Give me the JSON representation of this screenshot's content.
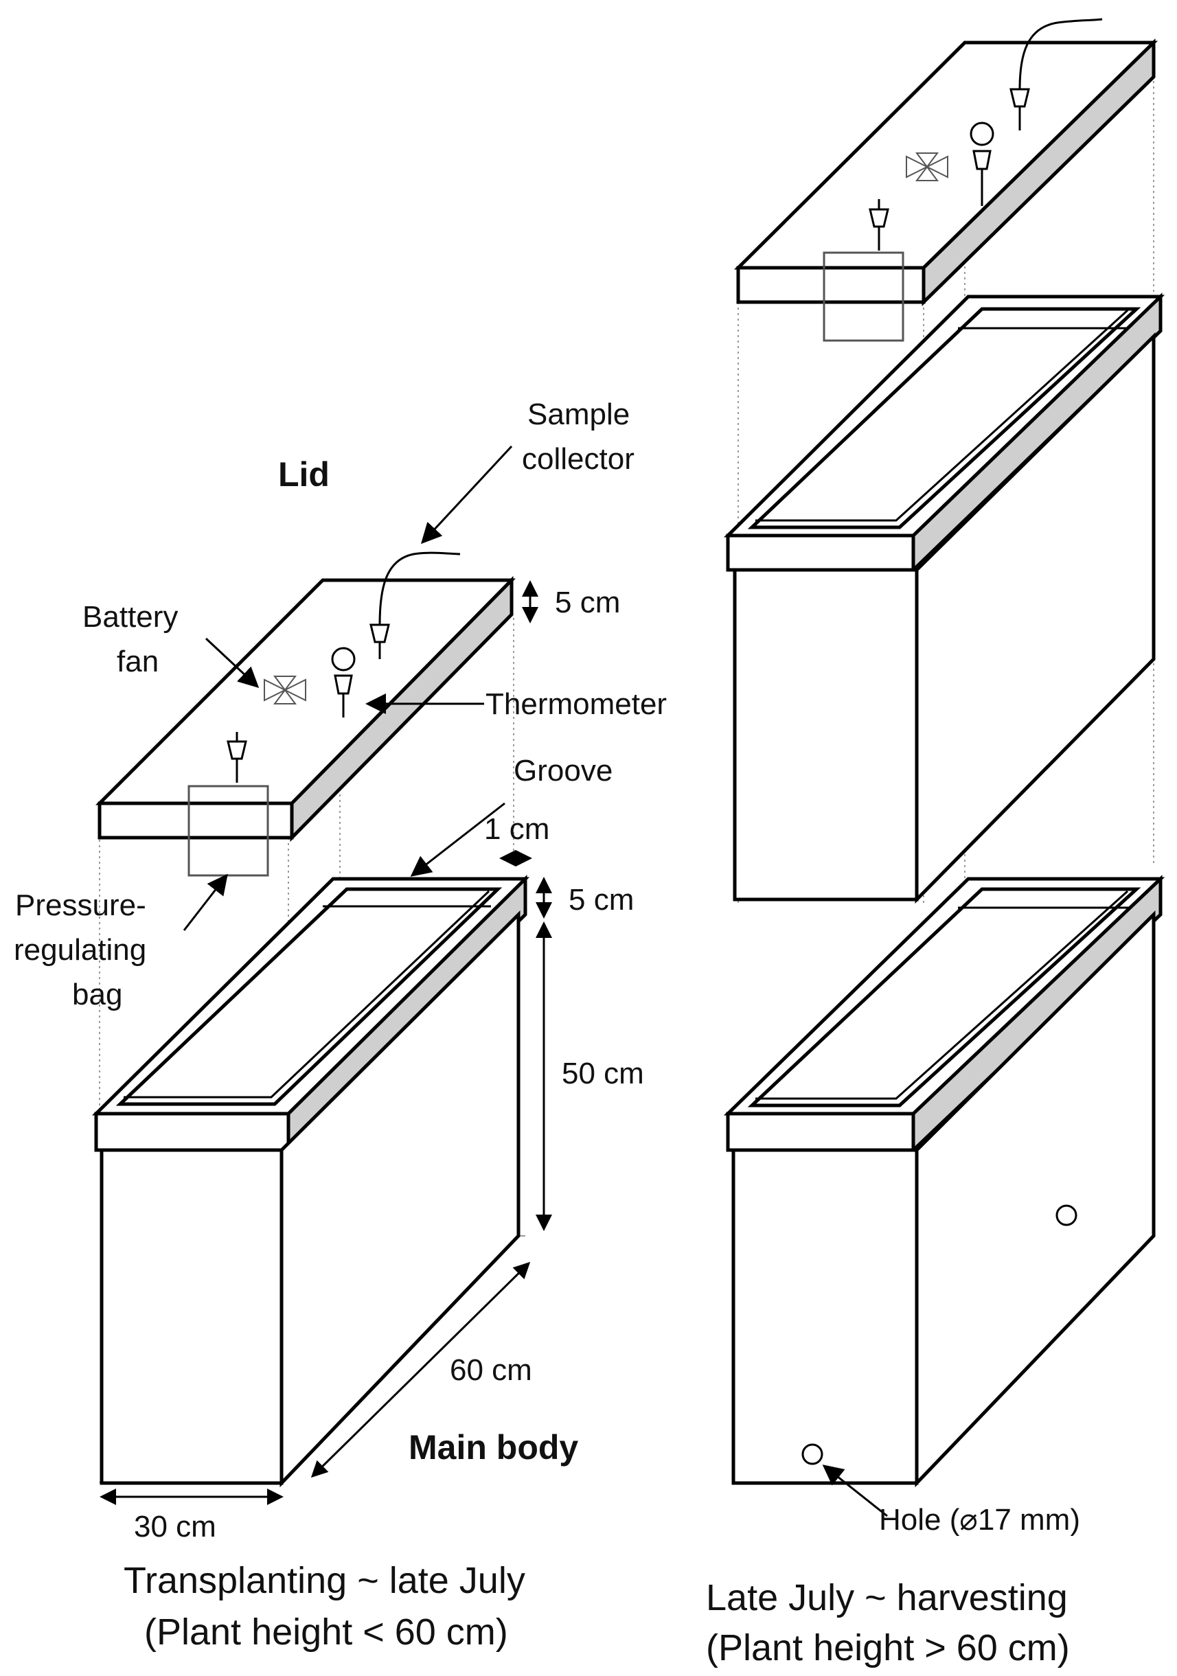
{
  "labels": {
    "lid": "Lid",
    "sample_collector": [
      "Sample",
      "collector"
    ],
    "battery_fan": [
      "Battery",
      "fan"
    ],
    "thermometer": "Thermometer",
    "groove": "Groove",
    "pressure_bag": [
      "Pressure-",
      "regulating",
      "bag"
    ],
    "main_body": "Main body",
    "hole": "Hole (⌀17 mm)"
  },
  "dimensions": {
    "lid_height": "5 cm",
    "groove_width": "1 cm",
    "rim_height": "5 cm",
    "body_height": "50 cm",
    "length": "60 cm",
    "width": "30 cm"
  },
  "captions": {
    "left": [
      "Transplanting ~ late July",
      "(Plant height < 60 cm)"
    ],
    "right": [
      "Late July ~ harvesting",
      "(Plant height > 60 cm)"
    ]
  }
}
